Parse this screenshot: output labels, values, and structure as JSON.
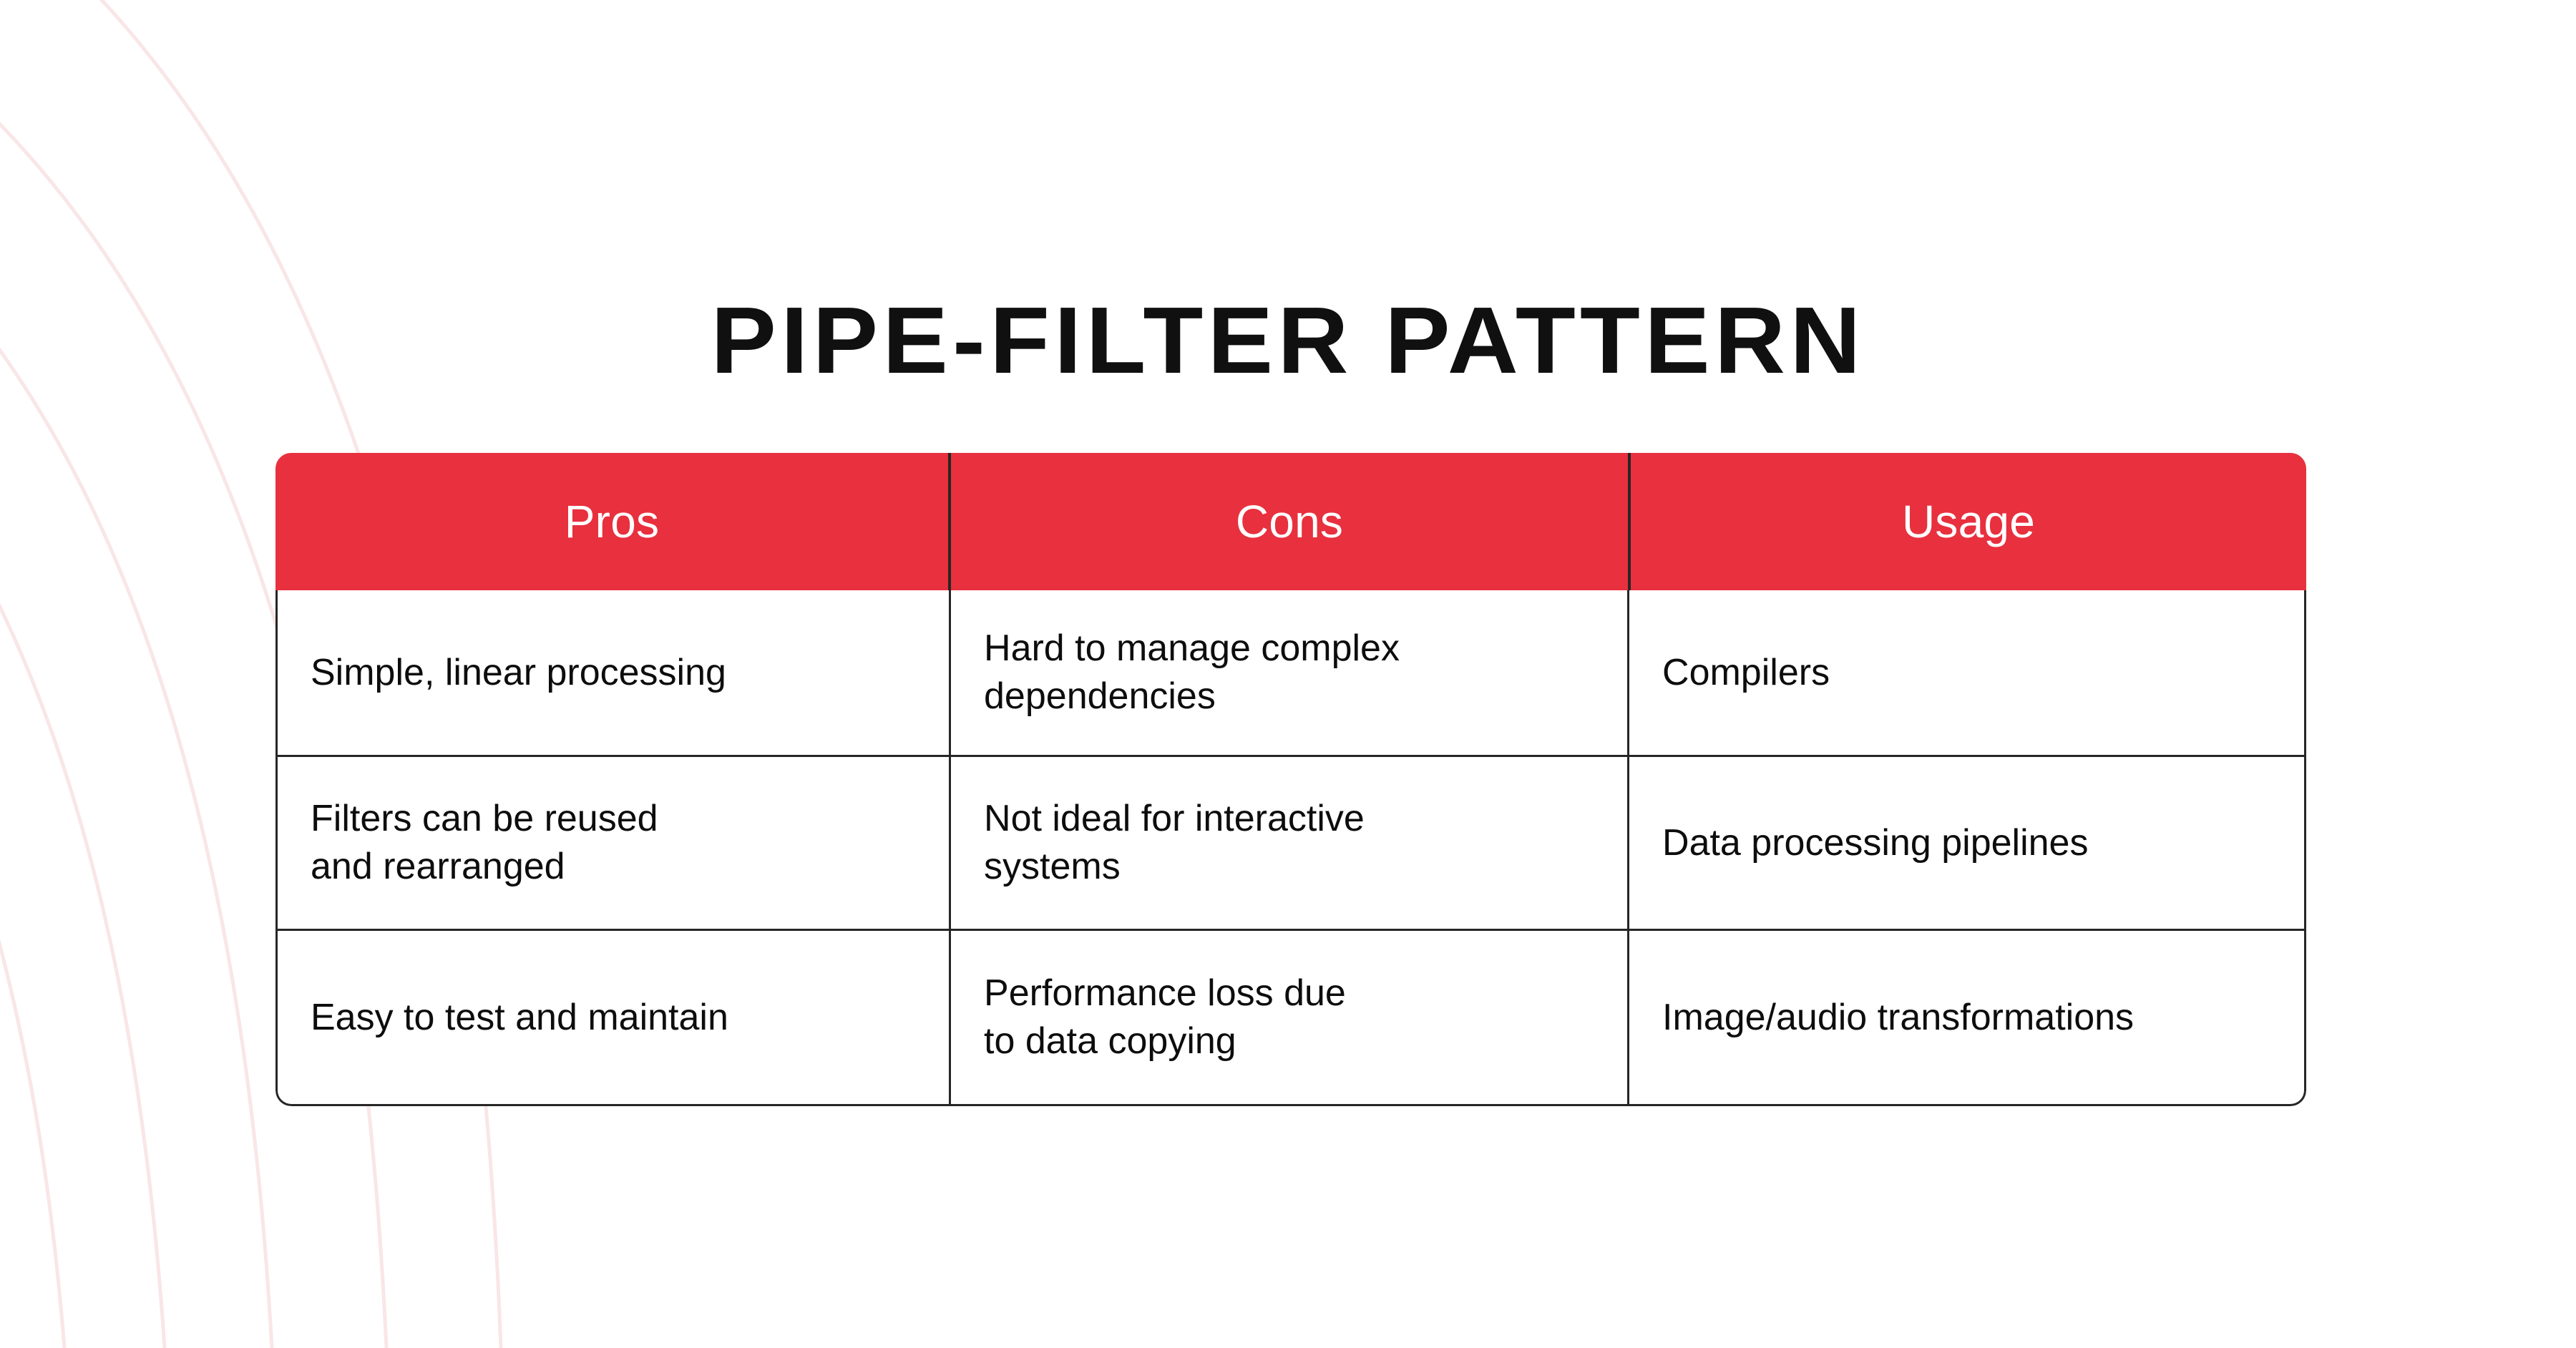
{
  "slide": {
    "title": "PIPE-FILTER PATTERN",
    "background_color": "#FFFFFF"
  },
  "decor": {
    "arc_color": "#F9E6E7",
    "description": "concentric light-pink arc lines on the left side"
  },
  "table": {
    "header_background": "#E8303E",
    "header_text_color": "#FFFFFF",
    "border_color": "#262626",
    "columns": [
      "Pros",
      "Cons",
      "Usage"
    ],
    "rows": [
      {
        "pros": [
          "Simple, linear processing"
        ],
        "cons": [
          "Hard to manage complex",
          "dependencies"
        ],
        "usage": [
          "Compilers"
        ]
      },
      {
        "pros": [
          "Filters can be reused",
          "and rearranged"
        ],
        "cons": [
          "Not ideal for interactive",
          "systems"
        ],
        "usage": [
          "Data processing pipelines"
        ]
      },
      {
        "pros": [
          "Easy to test and maintain"
        ],
        "cons": [
          "Performance loss due",
          "to data copying"
        ],
        "usage": [
          "Image/audio transformations"
        ]
      }
    ]
  }
}
